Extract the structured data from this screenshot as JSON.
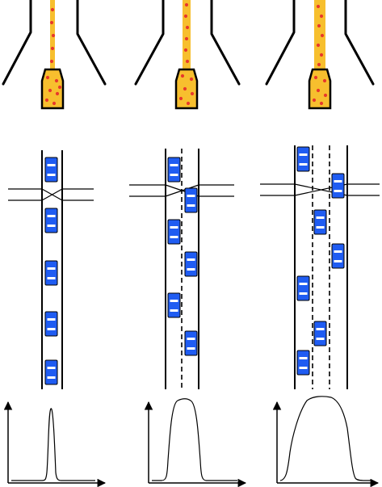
{
  "colors": {
    "jet": "#f7bf2e",
    "droplet": "#e8392b",
    "car_body": "#1f5cf2",
    "car_glass": "#ffffff",
    "ink": "#000000"
  },
  "panels": [
    {
      "id": "single-lane",
      "lanes": 1,
      "profile": "narrow"
    },
    {
      "id": "two-lane",
      "lanes": 2,
      "profile": "medium"
    },
    {
      "id": "three-lane",
      "lanes": 3,
      "profile": "wide"
    }
  ]
}
